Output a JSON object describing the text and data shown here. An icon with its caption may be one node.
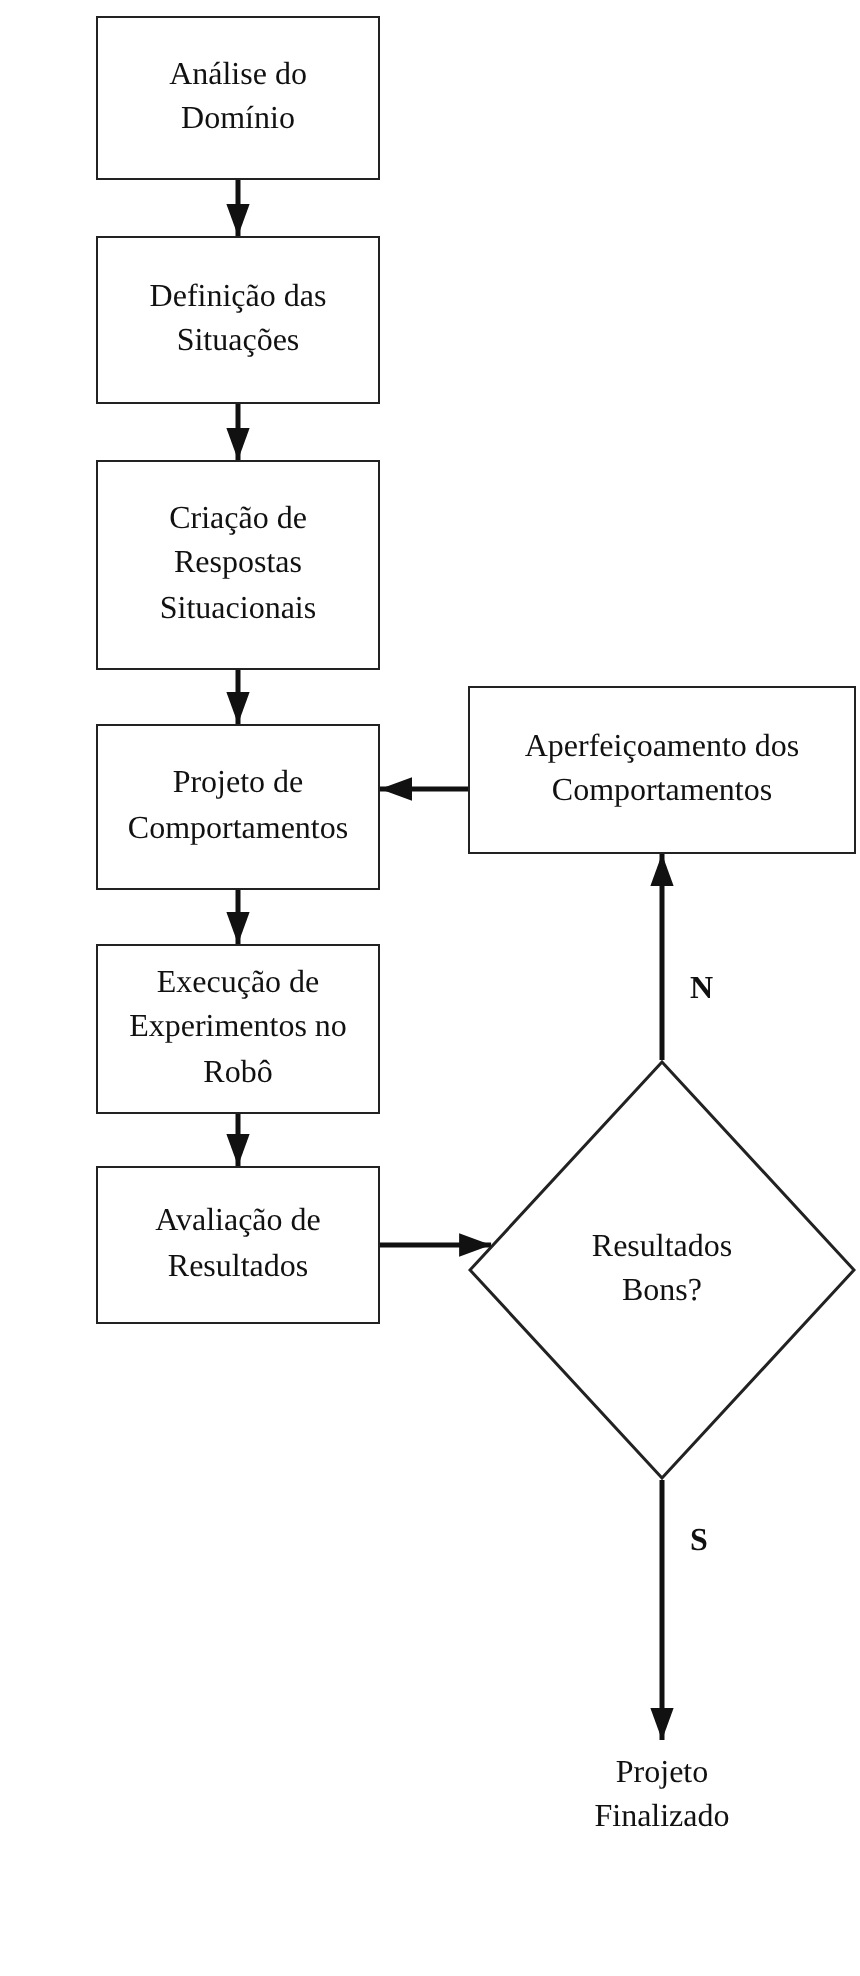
{
  "diagram": {
    "nodes": [
      {
        "text": [
          "Análise do Domínio"
        ]
      },
      {
        "text": [
          "Definição das Situações"
        ]
      },
      {
        "text": [
          "Criação de Respostas Situacionais"
        ]
      },
      {
        "text": [
          "Projeto de Comportamentos"
        ]
      },
      {
        "text": [
          "Aperfeiçoamento dos Comportamentos"
        ]
      },
      {
        "text": [
          "Execução de Experimentos no Robô"
        ]
      },
      {
        "text": [
          "Avaliação de Resultados"
        ]
      },
      {
        "text": [
          "Resultados Bons?"
        ]
      },
      {
        "text": [
          "Projeto Finalizado"
        ]
      }
    ],
    "edges": [
      {
        "from": 0,
        "to": 1,
        "arrow": "to"
      },
      {
        "from": 1,
        "to": 2,
        "arrow": "to"
      },
      {
        "from": 2,
        "to": 3,
        "arrow": "to"
      },
      {
        "from": 4,
        "to": 3,
        "arrow": "to"
      },
      {
        "from": 3,
        "to": 5,
        "arrow": "to"
      },
      {
        "from": 5,
        "to": 6,
        "arrow": "to"
      },
      {
        "from": 6,
        "to": 7,
        "arrow": "to"
      },
      {
        "from": 7,
        "to": 4,
        "arrow": "to",
        "label": "N"
      },
      {
        "from": 7,
        "to": 8,
        "arrow": "to",
        "label": "S"
      }
    ]
  }
}
